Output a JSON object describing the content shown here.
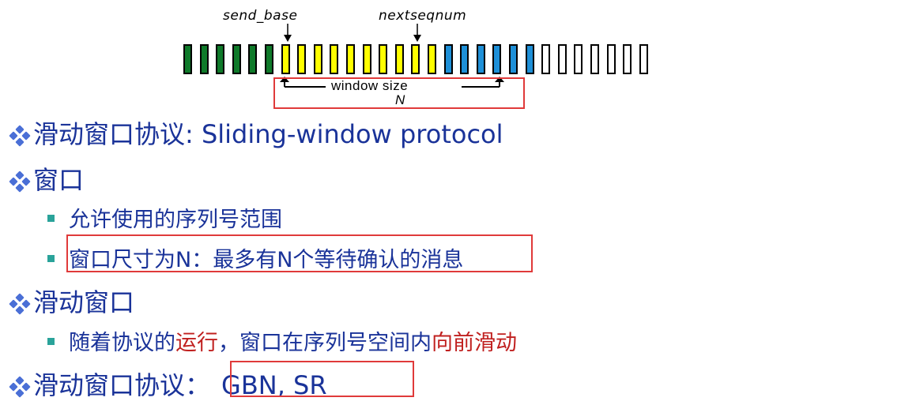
{
  "diagram": {
    "send_base_label": "send_base",
    "nextseqnum_label": "nextseqnum",
    "window_size_label": "window size",
    "window_n_label": "N",
    "slots": [
      {
        "state": "acked"
      },
      {
        "state": "acked"
      },
      {
        "state": "acked"
      },
      {
        "state": "acked"
      },
      {
        "state": "acked"
      },
      {
        "state": "acked"
      },
      {
        "state": "sent"
      },
      {
        "state": "sent"
      },
      {
        "state": "sent"
      },
      {
        "state": "sent"
      },
      {
        "state": "sent"
      },
      {
        "state": "sent"
      },
      {
        "state": "sent"
      },
      {
        "state": "sent"
      },
      {
        "state": "sent"
      },
      {
        "state": "sent"
      },
      {
        "state": "usable"
      },
      {
        "state": "usable"
      },
      {
        "state": "usable"
      },
      {
        "state": "usable"
      },
      {
        "state": "usable"
      },
      {
        "state": "usable"
      },
      {
        "state": "unusable"
      },
      {
        "state": "unusable"
      },
      {
        "state": "unusable"
      },
      {
        "state": "unusable"
      },
      {
        "state": "unusable"
      },
      {
        "state": "unusable"
      },
      {
        "state": "unusable"
      }
    ],
    "colors": {
      "acked": "#0f7a2a",
      "sent": "#ffff00",
      "usable": "#1e90d8",
      "unusable": "#ffffff",
      "highlight_box": "#e03a3a"
    }
  },
  "bullets": {
    "b1": "滑动窗口协议: Sliding-window protocol",
    "b2": "窗口",
    "b2_sub1": "允许使用的序列号范围",
    "b2_sub2": "窗口尺寸为N：最多有N个等待确认的消息",
    "b3": "滑动窗口",
    "b3_sub1_part1": "随着协议的",
    "b3_sub1_red1": "运行",
    "b3_sub1_part2": "，窗口在序列号空间内",
    "b3_sub1_red2": "向前滑动",
    "b4_prefix": "滑动窗口协议：",
    "b4_value": "GBN, SR"
  },
  "colors": {
    "text": "#1a3399",
    "emphasis": "#c0201f",
    "bullet_diamond": "#4a6fd6",
    "bullet_square": "#2aa39a"
  }
}
